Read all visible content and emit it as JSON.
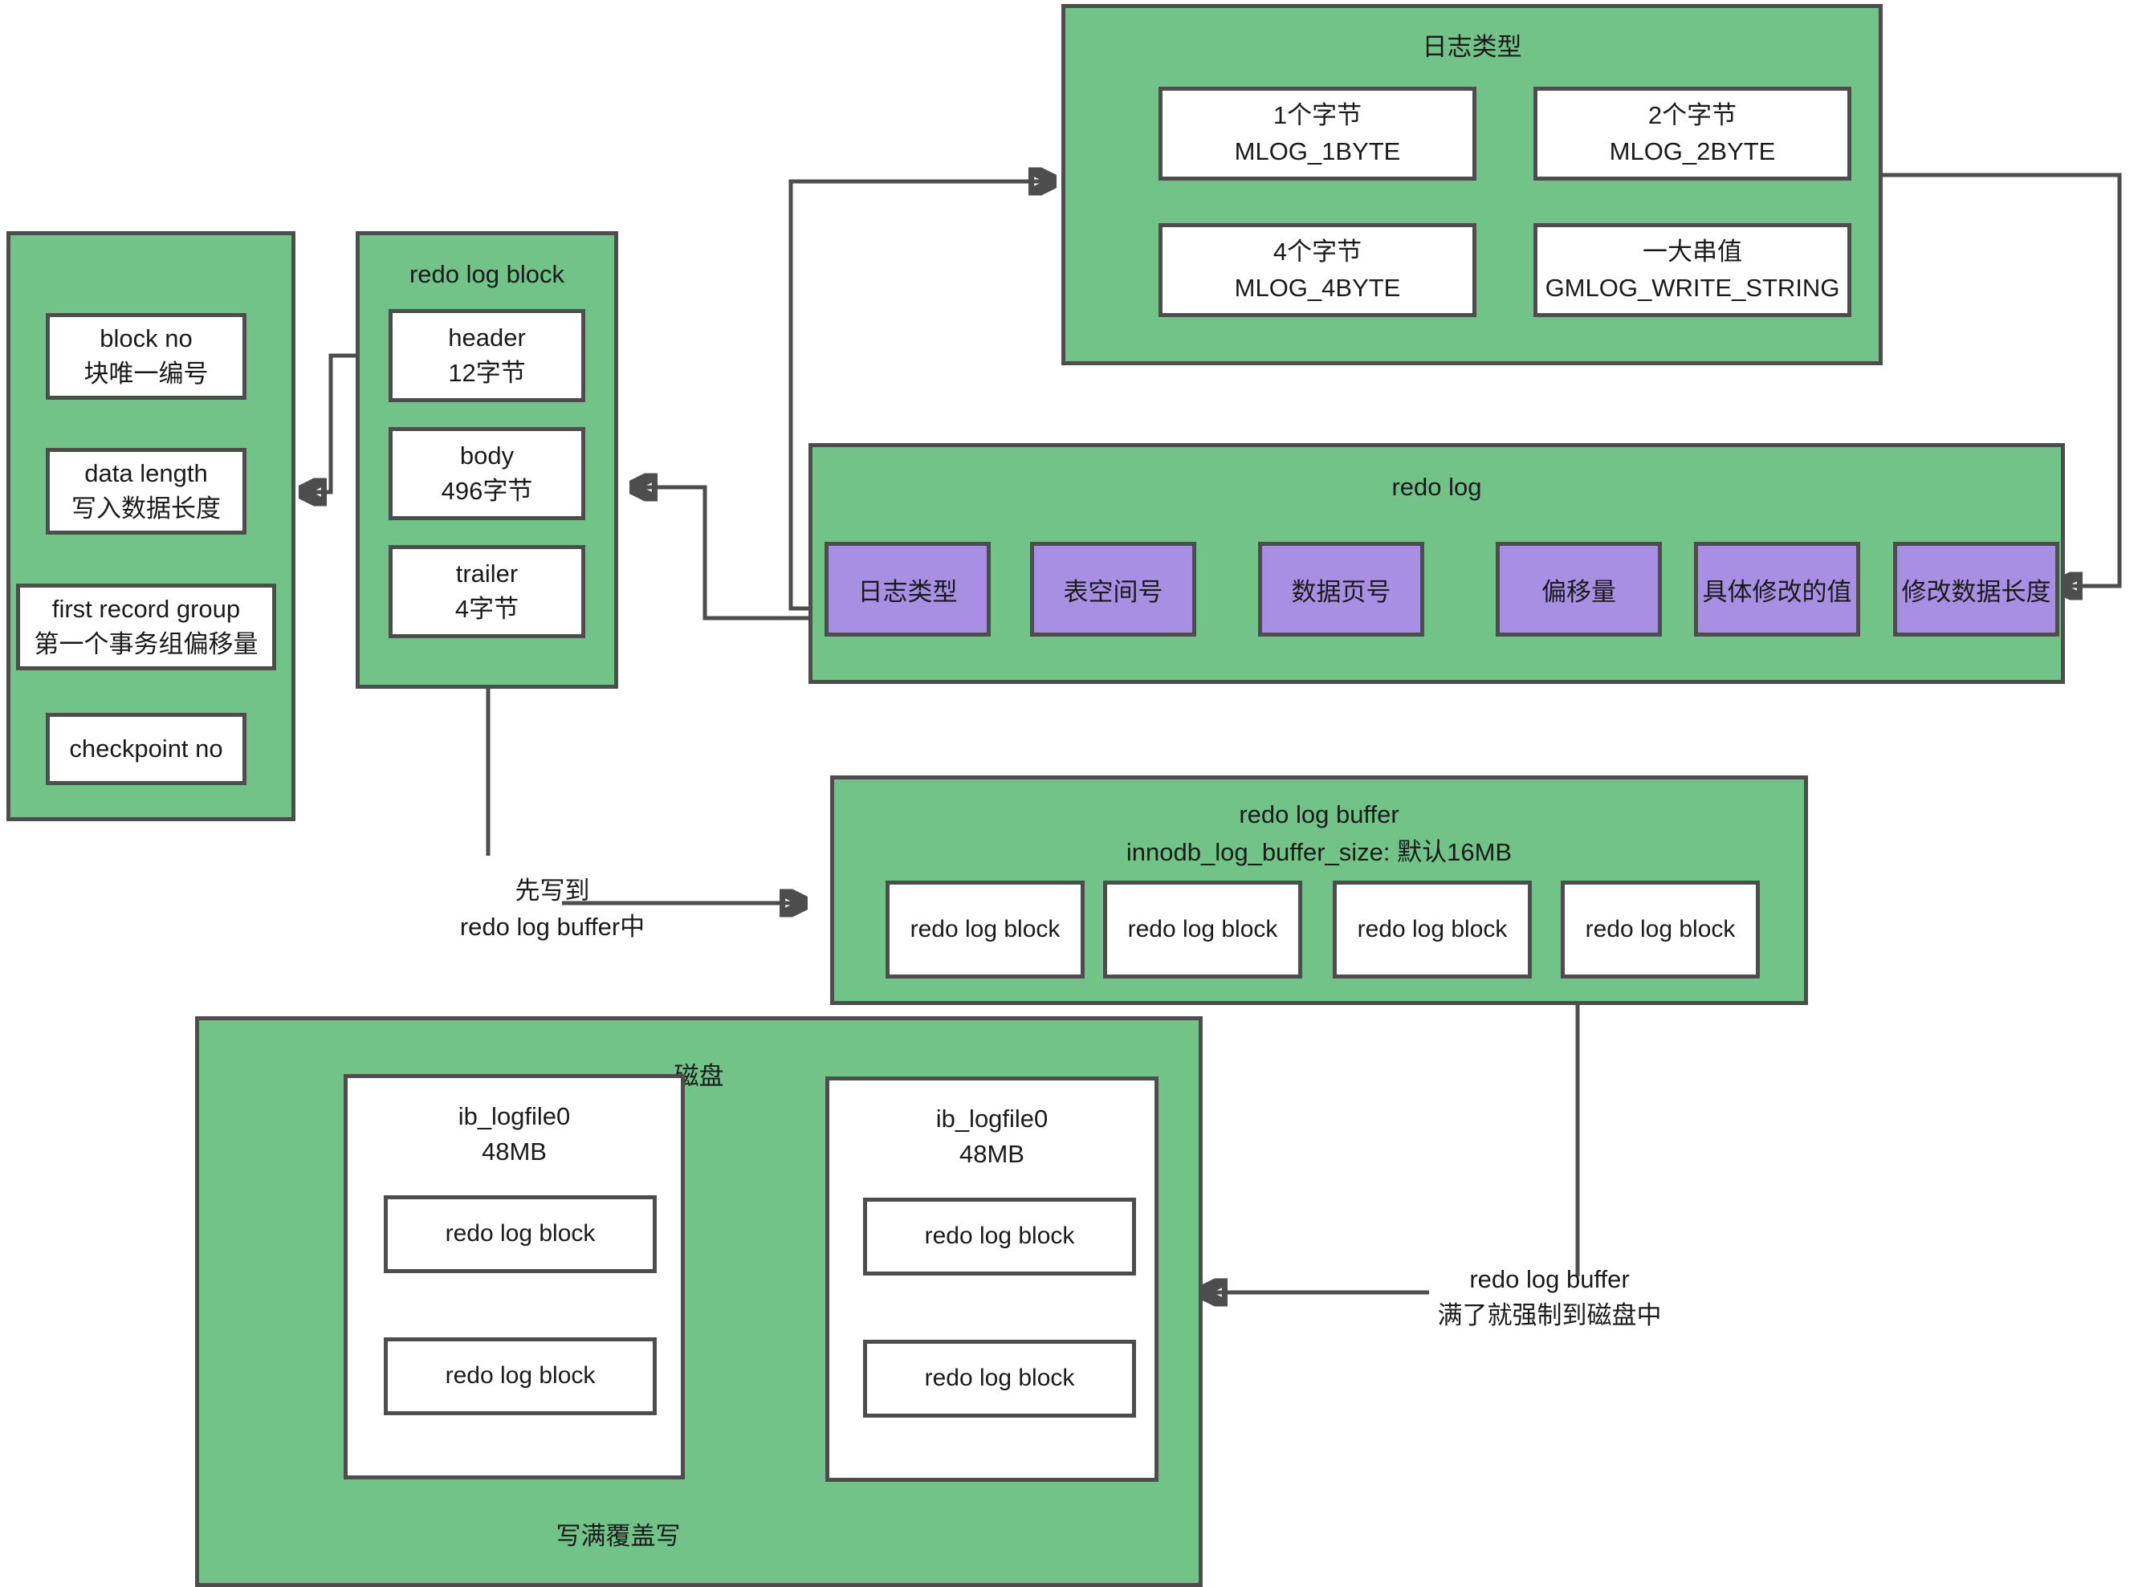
{
  "diagram": {
    "title": "MySQL InnoDB redo log structure",
    "colors": {
      "group_fill": "#72C387",
      "purple_fill": "#A98FE3",
      "box_fill": "#FFFFFF",
      "stroke": "#4D4D4D",
      "background": "#FFFFFF"
    }
  },
  "block_fields": {
    "items": [
      {
        "line1": "block no",
        "line2": "块唯一编号"
      },
      {
        "line1": "data length",
        "line2": "写入数据长度"
      },
      {
        "line1": "first record group",
        "line2": "第一个事务组偏移量"
      },
      {
        "line1": "checkpoint no",
        "line2": ""
      }
    ]
  },
  "redo_log_block": {
    "title": "redo log block",
    "parts": [
      {
        "line1": "header",
        "line2": "12字节"
      },
      {
        "line1": "body",
        "line2": "496字节"
      },
      {
        "line1": "trailer",
        "line2": "4字节"
      }
    ]
  },
  "log_type": {
    "title": "日志类型",
    "items": [
      {
        "line1": "1个字节",
        "line2": "MLOG_1BYTE"
      },
      {
        "line1": "2个字节",
        "line2": "MLOG_2BYTE"
      },
      {
        "line1": "4个字节",
        "line2": "MLOG_4BYTE"
      },
      {
        "line1": "一大串值",
        "line2": "GMLOG_WRITE_STRING"
      }
    ]
  },
  "redo_log": {
    "title": "redo log",
    "fields": [
      "日志类型",
      "表空间号",
      "数据页号",
      "偏移量",
      "具体修改的值",
      "修改数据长度"
    ]
  },
  "redo_log_buffer": {
    "title": "redo log buffer",
    "subtitle": "innodb_log_buffer_size: 默认16MB",
    "blocks": [
      "redo log block",
      "redo log block",
      "redo log block",
      "redo log block"
    ]
  },
  "disk": {
    "title": "磁盘",
    "files": [
      {
        "name": "ib_logfile0",
        "size": "48MB",
        "blocks": [
          "redo log block",
          "redo log block"
        ]
      },
      {
        "name": "ib_logfile0",
        "size": "48MB",
        "blocks": [
          "redo log block",
          "redo log block"
        ]
      }
    ],
    "overwrite_label": "写满覆盖写"
  },
  "annotations": {
    "write_to_buffer": {
      "line1": "先写到",
      "line2": "redo log buffer中"
    },
    "flush_to_disk": {
      "line1": "redo log buffer",
      "line2": "满了就强制到磁盘中"
    }
  }
}
